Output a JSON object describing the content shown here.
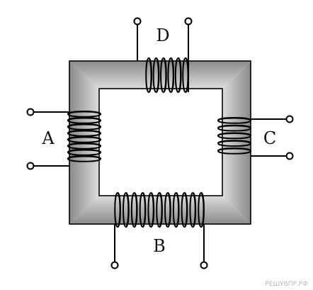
{
  "labels": {
    "coil_top": "D",
    "coil_left": "A",
    "coil_right": "C",
    "coil_bottom": "B"
  },
  "watermark": "РЕШУВПР.РФ",
  "colors": {
    "core_gradient_dark": "#8a8a8a",
    "core_gradient_light": "#e2e2e2",
    "wire": "#000000",
    "background": "#ffffff"
  }
}
